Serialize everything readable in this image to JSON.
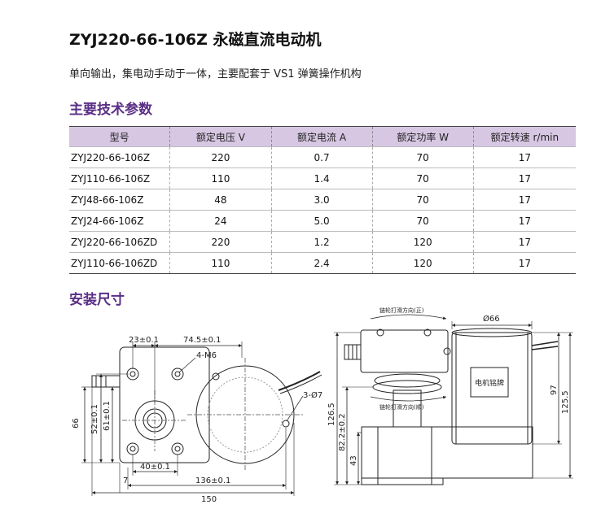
{
  "title": "ZYJ220-66-106Z 永磁直流电动机",
  "subtitle": "单向输出，集电动手动于一体，主要配套于 VS1 弹簧操作机构",
  "sections": {
    "specs": "主要技术参数",
    "install": "安装尺寸"
  },
  "table": {
    "headers": [
      "型号",
      "额定电压 V",
      "额定电流 A",
      "额定功率 W",
      "额定转速 r/min"
    ],
    "rows": [
      [
        "ZYJ220-66-106Z",
        "220",
        "0.7",
        "70",
        "17"
      ],
      [
        "ZYJ110-66-106Z",
        "110",
        "1.4",
        "70",
        "17"
      ],
      [
        "ZYJ48-66-106Z",
        "48",
        "3.0",
        "70",
        "17"
      ],
      [
        "ZYJ24-66-106Z",
        "24",
        "5.0",
        "70",
        "17"
      ],
      [
        "ZYJ220-66-106ZD",
        "220",
        "1.2",
        "120",
        "17"
      ],
      [
        "ZYJ110-66-106ZD",
        "110",
        "2.4",
        "120",
        "17"
      ]
    ]
  },
  "drawing": {
    "dim_23": "23±0.1",
    "dim_74_5": "74.5±0.1",
    "dim_4_m6": "4-M6",
    "dim_3_d7": "3-Ø7",
    "dim_66": "66",
    "dim_52": "52±0.1",
    "dim_61": "61±0.1",
    "dim_40": "40±0.1",
    "dim_7": "7",
    "dim_136": "136±0.1",
    "dim_150": "150",
    "dim_d66": "Ø66",
    "dim_97": "97",
    "dim_125_5": "125.5",
    "dim_126_5": "126.5",
    "dim_82_2": "82.2±0.2",
    "dim_43": "43",
    "label_top": "链轮打滑方向(正)",
    "label_bottom": "链轮打滑方向(顺)",
    "label_nameplate": "电机铭牌"
  }
}
